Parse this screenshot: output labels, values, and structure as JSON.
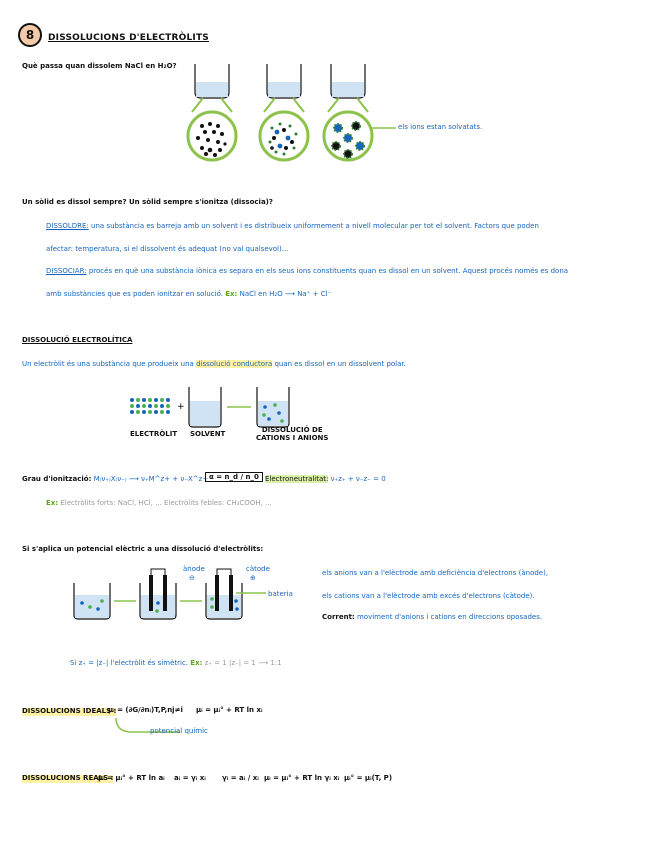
{
  "section": {
    "number": "8",
    "title": "DISSOLUCIONS D'ELECTRÒLITS"
  },
  "intro": {
    "question": "Què passa quan dissolem NaCl en H₂O?",
    "ions_note": "els ions estan solvatats."
  },
  "solid": {
    "question": "Un sòlid es dissol sempre? Un sòlid sempre s'ionitza (dissocia)?",
    "dissoldre_term": "DISSOLDRE:",
    "dissoldre_text_1": "una substància es barreja amb un solvent i es distribueix uniformement a nivell molecular per tot el solvent. Factors que poden",
    "dissoldre_text_2": "afectar: temperatura, si el dissolvent és adequat (no val qualsevol)...",
    "dissociar_term": "DISSOCIAR:",
    "dissociar_text_1": "procés en què una substància iònica es separa en els seus ions constituents quan es dissol en un solvent. Aquest procés només es dona",
    "dissociar_text_2": "amb substàncies que es poden ionitzar en solució.",
    "example_label": "Ex:",
    "example_text": "NaCl en H₂O ⟶ Na⁺ + Cl⁻"
  },
  "electrolytic": {
    "heading": "DISSOLUCIÓ ELECTROLÍTICA",
    "def_1": "Un electròlit és una substància que produeix una",
    "def_highlight": "dissolució conductora",
    "def_2": "quan es dissol en un dissolvent polar.",
    "label_electrolit": "ELECTRÒLIT",
    "label_solvent": "SOLVENT",
    "label_dissolucio_1": "DISSOLUCIÓ DE",
    "label_dissolucio_2": "CATIONS I ANIONS",
    "ionization_label": "Grau d'ionització:",
    "ionization_eq": "M₍ν₊₎X₍ν₋₎ ⟶ ν₊M^z+ + ν₋X^z−",
    "alpha_formula": "α = n_d / n_0",
    "electroneutral_label": "Electroneutralitat:",
    "electroneutral_eq": "ν₊z₊ + ν₋z₋ = 0",
    "ex_label": "Ex:",
    "ex_text": "Electròlits forts: NaCl, HCl, ...   Electròlits febles: CH₃COOH, ..."
  },
  "potential": {
    "intro": "Si s'aplica un potencial elèctric a una dissolució d'electròlits:",
    "anode_label": "ànode",
    "anode_sign": "⊖",
    "cathode_label": "càtode",
    "cathode_sign": "⊕",
    "battery_label": "bateria",
    "line_1": "els anions van a l'elèctrode amb deficiència d'electrons (ànode),",
    "line_2": "els cations van a l'elèctrode amb excés d'electrons (càtode).",
    "current_label": "Corrent:",
    "current_text": "moviment d'anions i cations en direccions oposades.",
    "sym_text": "Si z₊ = |z₋| l'electròlit és simètric.",
    "sym_ex_label": "Ex:",
    "sym_ex_text": "z₊ = 1   |z₋| = 1   ⟶ 1:1"
  },
  "ideal": {
    "label": "DISSOLUCIONS IDEALS :",
    "mu_def": "μᵢ = (∂G/∂nᵢ)T,P,nj≠i",
    "mu_eq": "μᵢ = μᵢ° + RT ln xᵢ",
    "note": "potencial químic"
  },
  "real": {
    "label": "DISSOLUCIONS REALS :",
    "eq_1": "μᵢ = μᵢ° + RT ln aᵢ",
    "eq_2": "aᵢ = γᵢ xᵢ",
    "eq_3": "γᵢ = aᵢ / xᵢ",
    "eq_4": "μᵢ = μᵢ° + RT ln γᵢ xᵢ",
    "eq_5": "μᵢ° = μᵢ(T, P)"
  },
  "colors": {
    "accent_green": "#8bc34a",
    "text_blue": "#1565c0",
    "circle_fill": "#f3c9a8",
    "water": "#cfe3f5"
  }
}
